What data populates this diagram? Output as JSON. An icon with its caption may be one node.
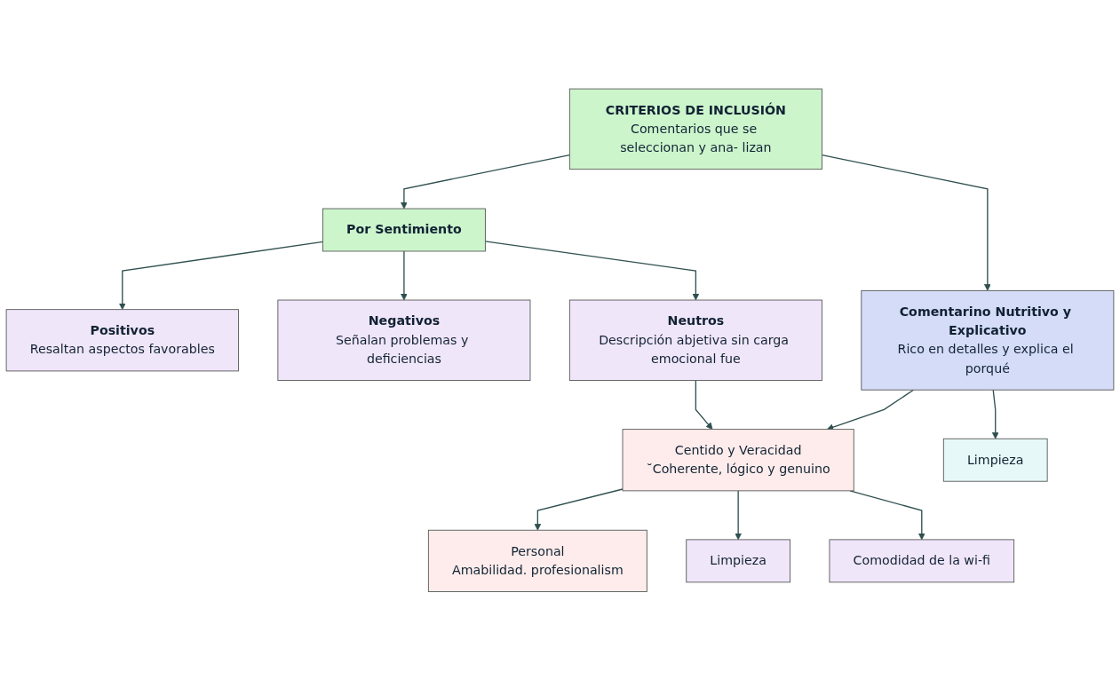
{
  "diagram": {
    "nodes": [
      {
        "text": [
          "CRITERIOS DE INCLUSIÓN",
          "Comentarios que se seleccionan y ana- lizan"
        ]
      },
      {
        "text": [
          "Por Sentimiento"
        ]
      },
      {
        "text": [
          "Positivos",
          "Resaltan aspectos favorables"
        ]
      },
      {
        "text": [
          "Negativos",
          "Señalan problemas y deficiencias"
        ]
      },
      {
        "text": [
          "Neutros",
          "Descripción abjetiva sin carga emocional fue"
        ]
      },
      {
        "text": [
          "Comentarino Nutritivo y Explicativo",
          "Rico en detalles y explica el porqué"
        ]
      },
      {
        "text": [
          "Centido y Veracidad",
          "˘Coherente, lógico y genuino"
        ]
      },
      {
        "text": [
          "Limpieza"
        ]
      },
      {
        "text": [
          "Personal",
          "Amabilidad. profesionalism"
        ]
      },
      {
        "text": [
          "Limpieza"
        ]
      },
      {
        "text": [
          "Comodidad de la wi-fi"
        ]
      }
    ],
    "edges": [
      {
        "from": 0,
        "to": 1,
        "arrow": "to"
      },
      {
        "from": 0,
        "to": 5,
        "arrow": "to"
      },
      {
        "from": 1,
        "to": 2,
        "arrow": "to"
      },
      {
        "from": 1,
        "to": 3,
        "arrow": "to"
      },
      {
        "from": 1,
        "to": 4,
        "arrow": "to"
      },
      {
        "from": 5,
        "to": 6,
        "arrow": "to"
      },
      {
        "from": 4,
        "to": 6,
        "arrow": "to"
      },
      {
        "from": 5,
        "to": 7,
        "arrow": "to"
      },
      {
        "from": 6,
        "to": 8,
        "arrow": "to"
      },
      {
        "from": 6,
        "to": 9,
        "arrow": "to"
      },
      {
        "from": 6,
        "to": 10,
        "arrow": "to"
      }
    ]
  }
}
